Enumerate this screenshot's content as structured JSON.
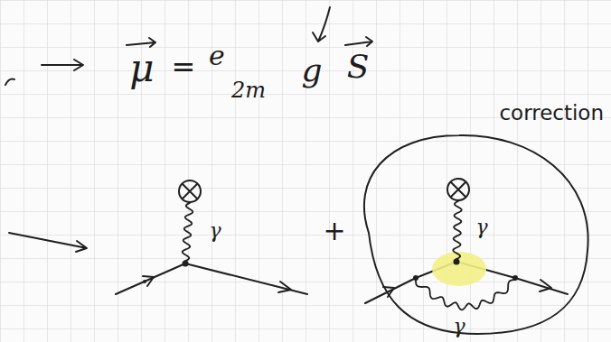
{
  "diagram": {
    "nodes": [
      {
        "text": [
          "correction"
        ]
      }
    ],
    "labels": [
      "μ",
      "=",
      "e",
      "2m",
      "g",
      "S",
      "γ",
      "+",
      "γ",
      "γ"
    ]
  }
}
